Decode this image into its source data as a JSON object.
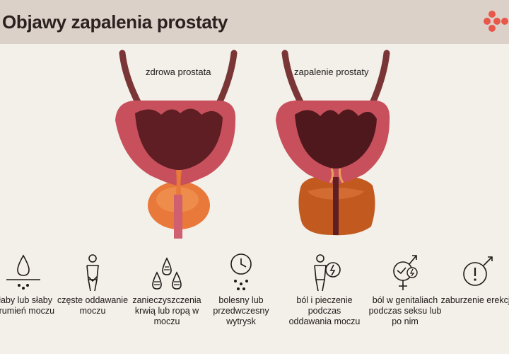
{
  "header": {
    "title": "Objawy zapalenia prostaty"
  },
  "logo": {
    "icon": "brand-dots-icon",
    "color": "#e8584a"
  },
  "diagram": {
    "healthy_label": "zdrowa prostata",
    "inflamed_label": "zapalenie prostaty",
    "colors": {
      "bladder_wall": "#c8505c",
      "bladder_inner": "#5e1e23",
      "ureter": "#7a3636",
      "prostate_healthy": "#e8793a",
      "prostate_inflamed": "#c25a1f"
    }
  },
  "symptoms": [
    {
      "label": "słaby lub słaby strumień moczu",
      "icon": "drop-icon"
    },
    {
      "label": "częste oddawanie moczu",
      "icon": "person-urgency-icon"
    },
    {
      "label": "zanieczyszczenia krwią lub ropą w moczu",
      "icon": "drops-icon"
    },
    {
      "label": "bolesny lub przedwczesny wytrysk",
      "icon": "clock-drops-icon"
    },
    {
      "label": "ból i pieczenie podczas oddawania moczu",
      "icon": "person-pain-icon"
    },
    {
      "label": "ból w genitaliach podczas seksu lub po nim",
      "icon": "gender-pain-icon"
    },
    {
      "label": "zaburzenie erekcji",
      "icon": "alert-arrow-icon"
    }
  ]
}
